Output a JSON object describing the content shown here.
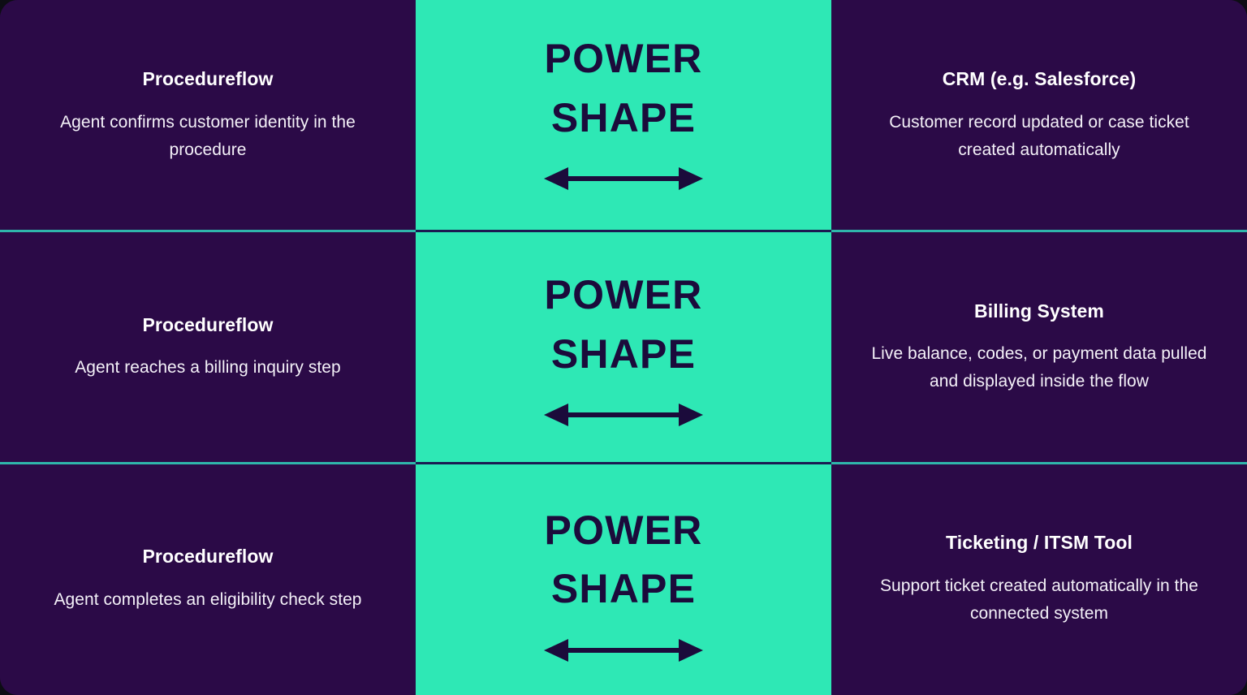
{
  "colors": {
    "purple_bg": "#2b0a47",
    "green_bg": "#2ee8b5",
    "divider_teal": "#2fb6ab",
    "divider_navy": "#1b1b52",
    "title_text": "#ffffff",
    "body_text": "#f4f1f8",
    "center_text": "#1b0b3b",
    "arrow": "#1b0b3b"
  },
  "center": {
    "line1": "POWER",
    "line2": "SHAPE",
    "arrow_icon": "double-arrow-horizontal-icon"
  },
  "rows": [
    {
      "left": {
        "title": "Procedureflow",
        "desc": "Agent confirms customer identity in the procedure"
      },
      "center": {
        "line1": "POWER",
        "line2": "SHAPE"
      },
      "right": {
        "title": "CRM (e.g. Salesforce)",
        "desc": "Customer record updated or case ticket created automatically"
      }
    },
    {
      "left": {
        "title": "Procedureflow",
        "desc": "Agent reaches a billing inquiry step"
      },
      "center": {
        "line1": "POWER",
        "line2": "SHAPE"
      },
      "right": {
        "title": "Billing System",
        "desc": "Live balance, codes, or payment data pulled and displayed inside the flow"
      }
    },
    {
      "left": {
        "title": "Procedureflow",
        "desc": "Agent completes an eligibility check step"
      },
      "center": {
        "line1": "POWER",
        "line2": "SHAPE"
      },
      "right": {
        "title": "Ticketing / ITSM Tool",
        "desc": "Support ticket created automatically in the connected system"
      }
    }
  ]
}
